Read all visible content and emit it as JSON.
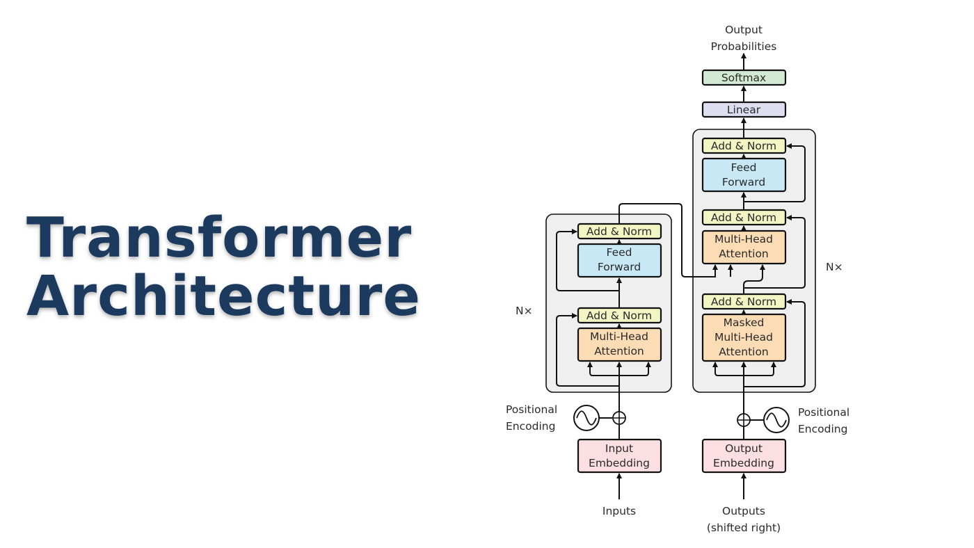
{
  "title": {
    "line1": "Transformer",
    "line2": "Architecture"
  },
  "colors": {
    "title": "#1c3a5e",
    "add_norm": "#f3f6c4",
    "feed_forward": "#c8e8f6",
    "attention": "#fbdcb5",
    "embedding": "#fcdfe3",
    "linear": "#dedef1",
    "softmax": "#d2ead4",
    "stack_background": "#efefef"
  },
  "diagram": {
    "encoder": {
      "add_norm_top": "Add & Norm",
      "feed_forward": [
        "Feed",
        "Forward"
      ],
      "add_norm_bottom": "Add & Norm",
      "attention": [
        "Multi-Head",
        "Attention"
      ],
      "repeat": "N×",
      "positional": [
        "Positional",
        "Encoding"
      ],
      "embedding": [
        "Input",
        "Embedding"
      ],
      "inputs": "Inputs"
    },
    "decoder": {
      "add_norm_top": "Add & Norm",
      "feed_forward": [
        "Feed",
        "Forward"
      ],
      "add_norm_mid": "Add & Norm",
      "cross_attention": [
        "Multi-Head",
        "Attention"
      ],
      "add_norm_bottom": "Add & Norm",
      "masked_attention": [
        "Masked",
        "Multi-Head",
        "Attention"
      ],
      "repeat": "N×",
      "positional": [
        "Positional",
        "Encoding"
      ],
      "embedding": [
        "Output",
        "Embedding"
      ],
      "outputs": [
        "Outputs",
        "(shifted right)"
      ]
    },
    "linear": "Linear",
    "softmax": "Softmax",
    "output": [
      "Output",
      "Probabilities"
    ]
  }
}
